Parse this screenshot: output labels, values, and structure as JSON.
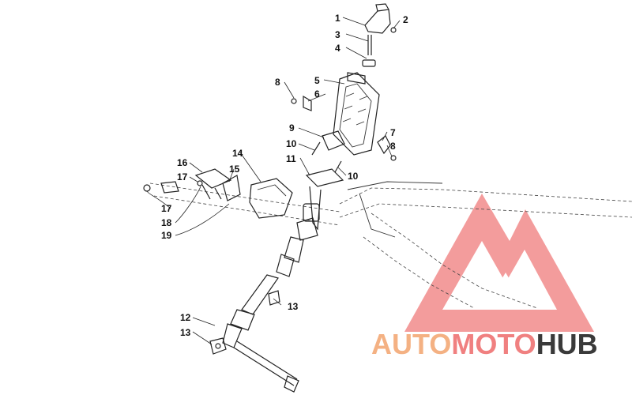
{
  "diagram": {
    "callouts": [
      "1",
      "2",
      "3",
      "4",
      "5",
      "6",
      "7",
      "8",
      "8",
      "9",
      "10",
      "10",
      "11",
      "12",
      "13",
      "13",
      "14",
      "15",
      "16",
      "17",
      "17",
      "18",
      "19"
    ]
  },
  "watermark": {
    "brand_part1": "AUTO",
    "brand_part2": "MOTO",
    "brand_part3": "HUB",
    "color_part1": "#f4b183",
    "color_part2": "#f08080",
    "color_part3": "#3a3a3a",
    "logo_color": "#f28b8b"
  }
}
